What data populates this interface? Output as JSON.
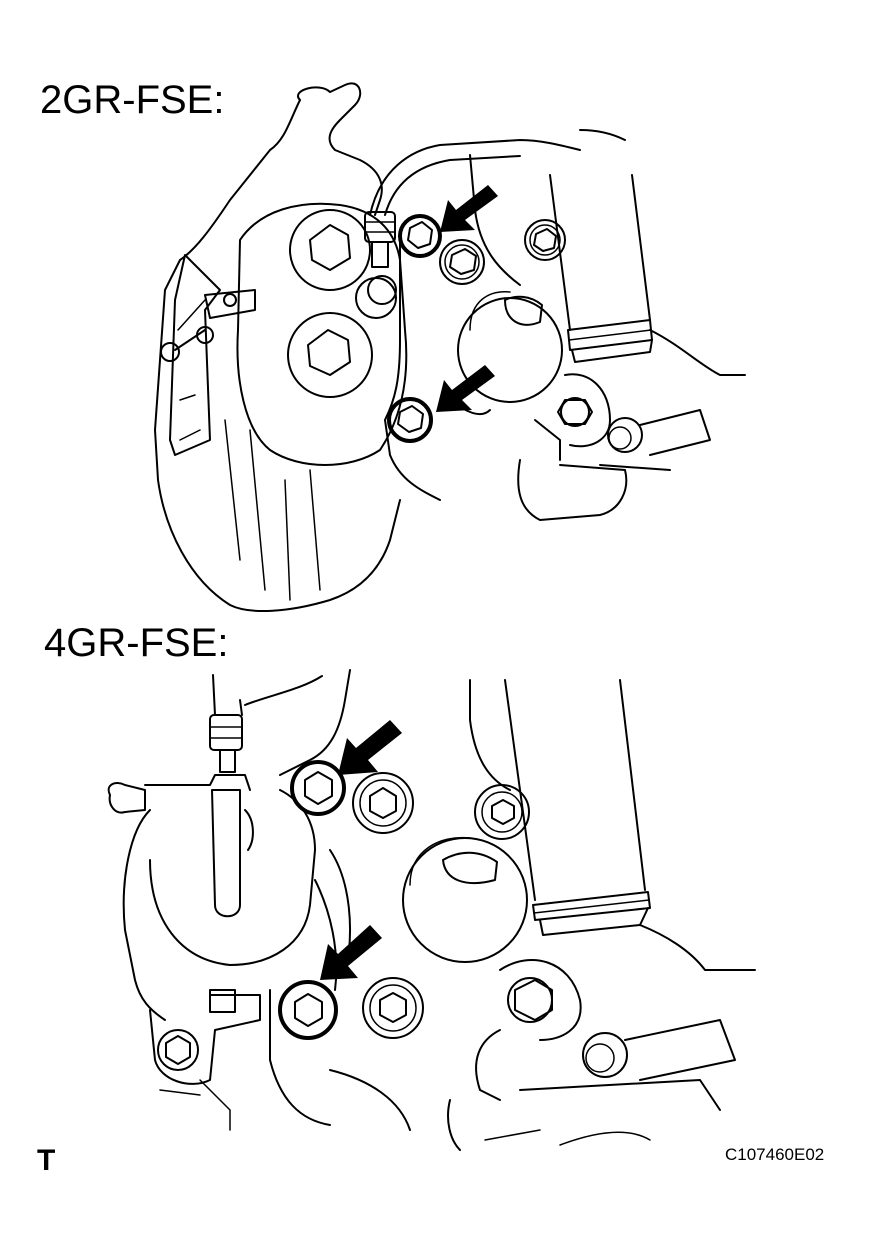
{
  "figure": {
    "panels": [
      {
        "label": "2GR-FSE:",
        "arrows": 2,
        "description": "Brake caliper on steering knuckle with two mounting bolts indicated by arrows"
      },
      {
        "label": "4GR-FSE:",
        "arrows": 2,
        "description": "Brake caliper on steering knuckle with two mounting bolts indicated by arrows"
      }
    ],
    "corner_mark": "T",
    "figure_id": "C107460E02"
  },
  "colors": {
    "line": "#000000",
    "background": "#ffffff"
  }
}
